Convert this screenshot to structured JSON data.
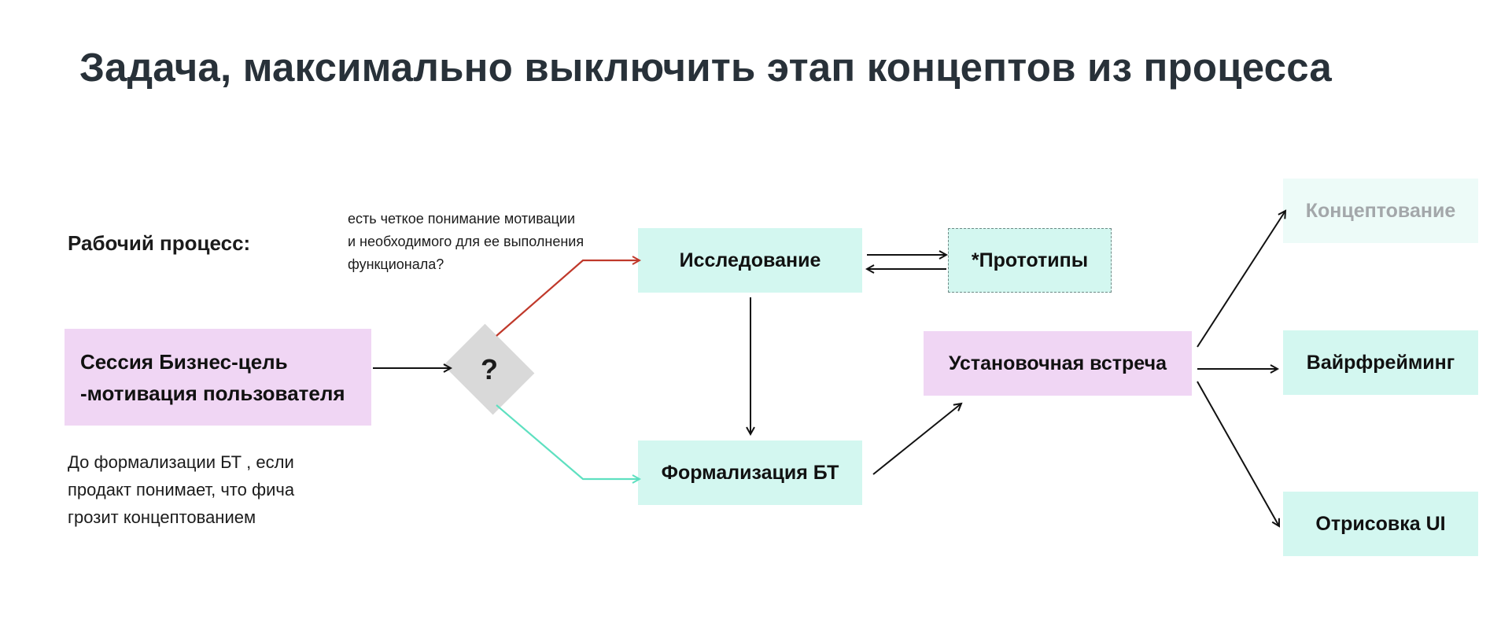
{
  "title": "Задача, максимально выключить этап концептов из процесса",
  "process_label": "Рабочий процесс:",
  "note_top": [
    "есть четкое понимание мотивации",
    "и необходимого для ее выполнения",
    "функционала?"
  ],
  "note_bottom": [
    "До формализации БТ , если",
    "продакт понимает, что фича",
    "грозит концептованием"
  ],
  "nodes": {
    "session": [
      "Сессия Бизнес-цель",
      "-мотивация пользователя"
    ],
    "decision": "?",
    "research": "Исследование",
    "prototypes": "*Прототипы",
    "formalization": "Формализация БТ",
    "kickoff": "Установочная встреча",
    "concepting": "Концептование",
    "wireframing": "Вайрфрейминг",
    "ui": "Отрисовка UI"
  },
  "colors": {
    "pink": "#f0d6f4",
    "mint": "#d3f7f0",
    "faint_mint": "#edfbf8",
    "decision": "#d9d9d9",
    "arrow_yes": "#c0392b",
    "arrow_no": "#5ee0c0",
    "title": "#283139"
  }
}
